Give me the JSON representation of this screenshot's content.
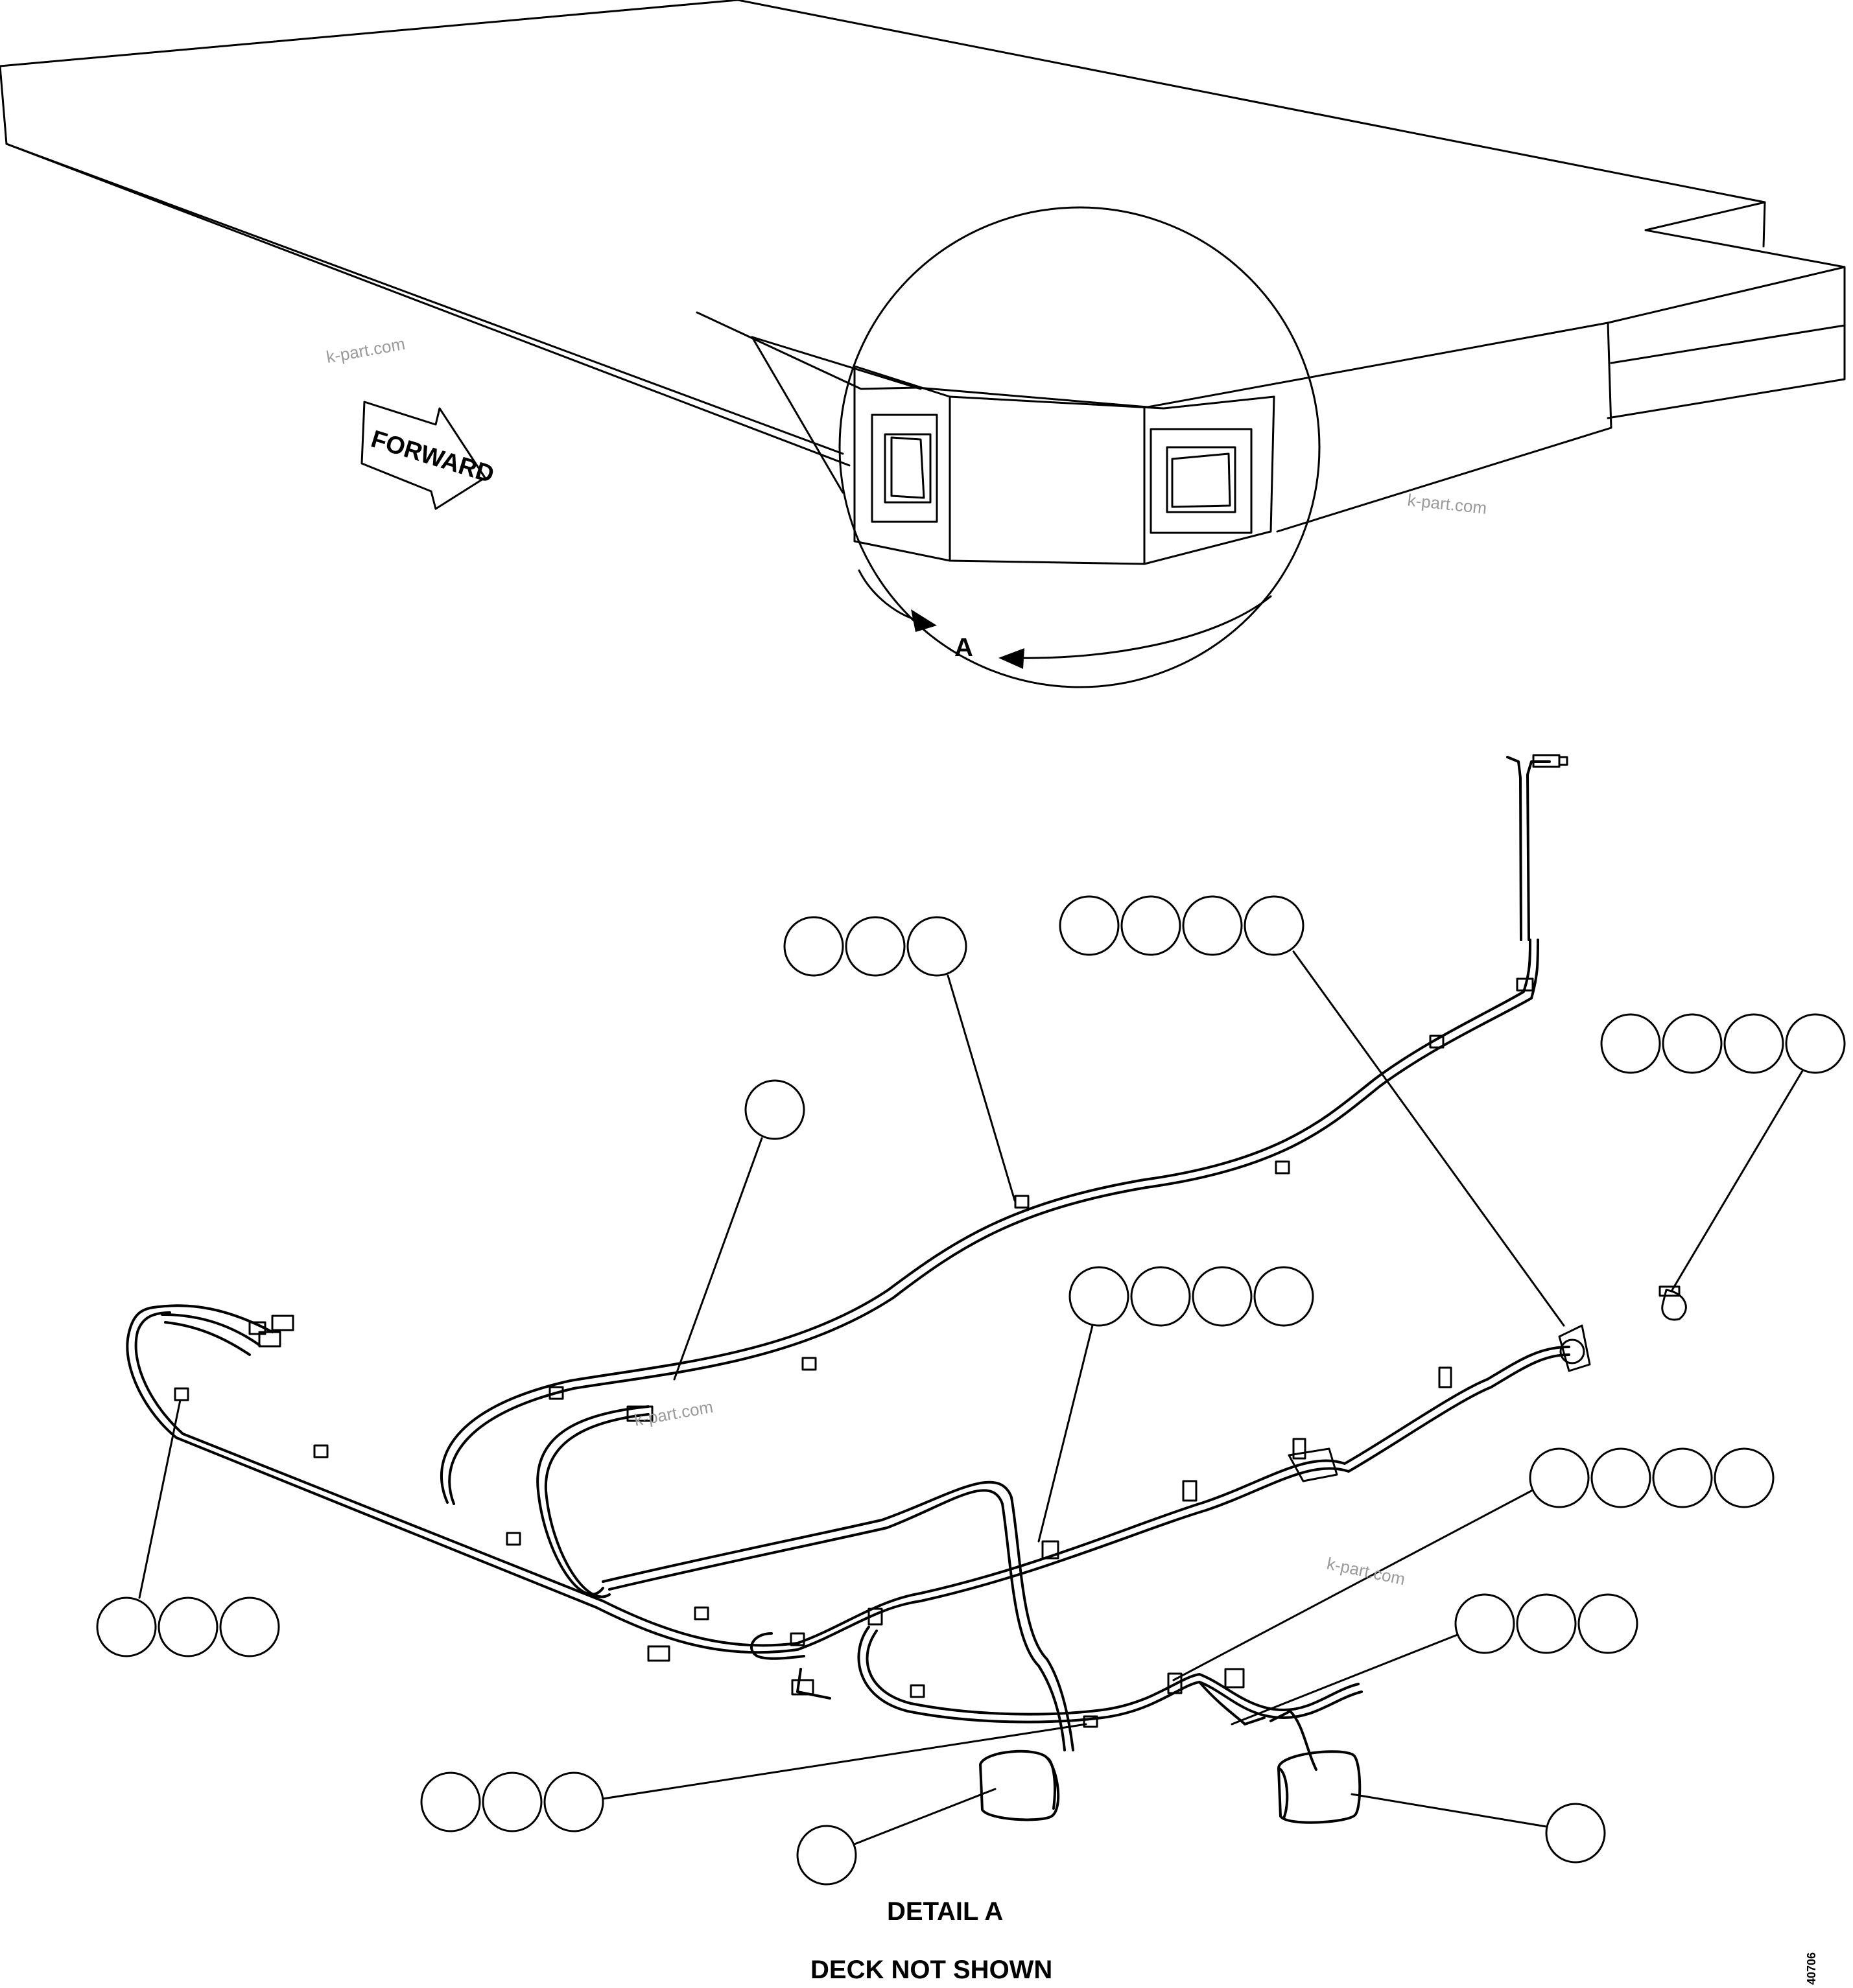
{
  "forward_label": "FORWARD",
  "detail_marker": "A",
  "detail_title": "DETAIL A",
  "deck_note": "DECK NOT SHOWN",
  "drawing_number": "40706",
  "watermark": "k-part.com",
  "colors": {
    "line": "#000000",
    "watermark": "#9a9a9a",
    "background": "#ffffff"
  },
  "callout_groups": [
    {
      "name": "callout-group-1",
      "bubbles": 3
    },
    {
      "name": "callout-group-2",
      "bubbles": 4
    },
    {
      "name": "callout-group-3",
      "bubbles": 4
    },
    {
      "name": "callout-group-4",
      "bubbles": 1
    },
    {
      "name": "callout-group-5",
      "bubbles": 4
    },
    {
      "name": "callout-group-6",
      "bubbles": 3
    },
    {
      "name": "callout-group-7",
      "bubbles": 4
    },
    {
      "name": "callout-group-8",
      "bubbles": 3
    },
    {
      "name": "callout-group-9",
      "bubbles": 3
    },
    {
      "name": "callout-group-10",
      "bubbles": 1
    },
    {
      "name": "callout-group-11",
      "bubbles": 1
    }
  ]
}
